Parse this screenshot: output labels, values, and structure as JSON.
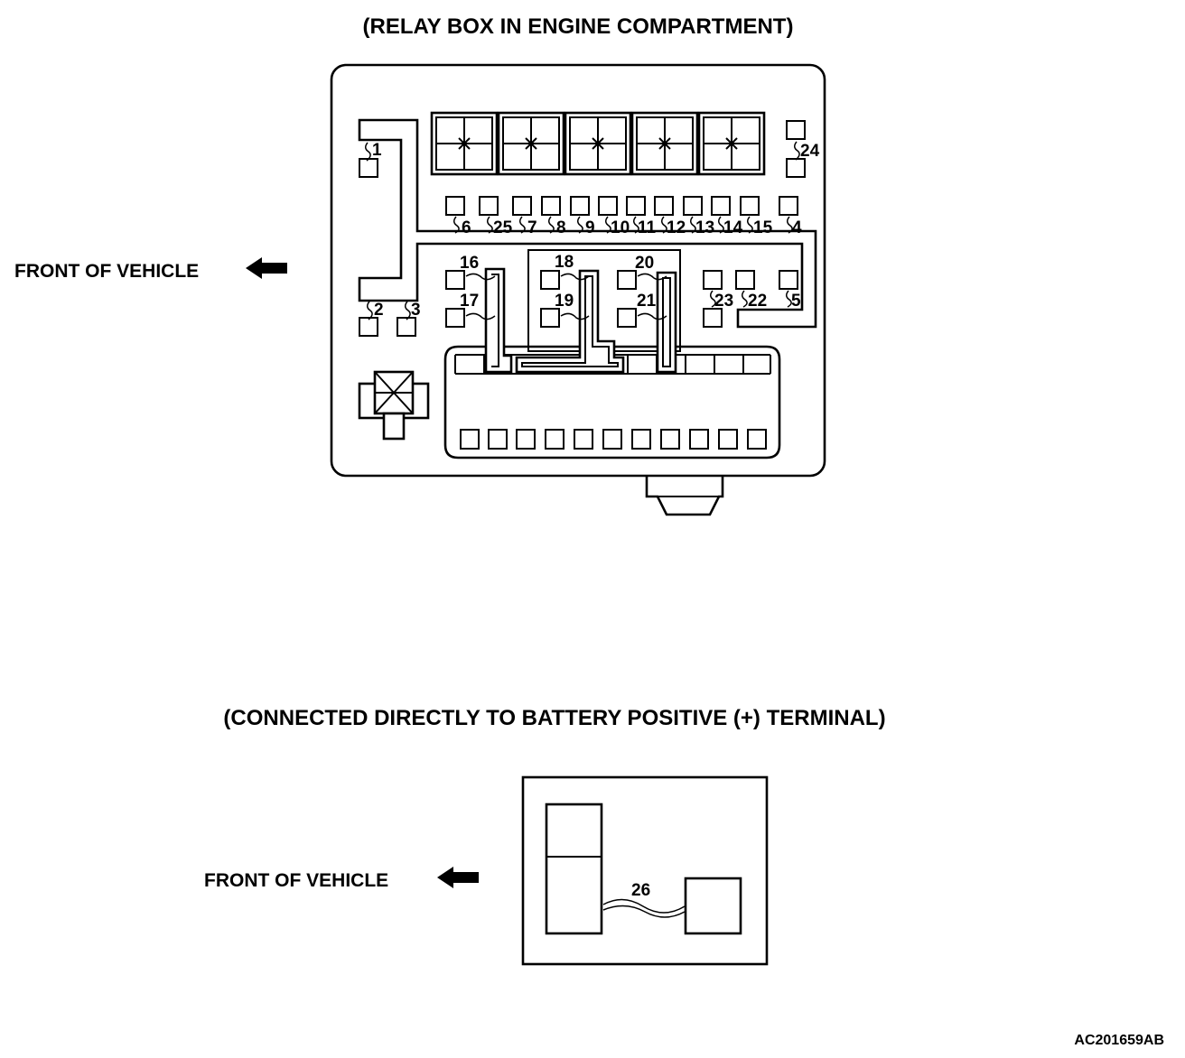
{
  "diagram": {
    "title_relay_box": "(RELAY BOX IN ENGINE COMPARTMENT)",
    "title_battery": "(CONNECTED DIRECTLY TO BATTERY POSITIVE (+) TERMINAL)",
    "front_of_vehicle_1": "FRONT OF VEHICLE",
    "front_of_vehicle_2": "FRONT OF VEHICLE",
    "figure_code": "AC201659AB",
    "fuse_numbers": [
      "1",
      "2",
      "3",
      "4",
      "5",
      "6",
      "7",
      "8",
      "9",
      "10",
      "11",
      "12",
      "13",
      "14",
      "15",
      "16",
      "17",
      "18",
      "19",
      "20",
      "21",
      "22",
      "23",
      "24",
      "25",
      "26"
    ]
  }
}
